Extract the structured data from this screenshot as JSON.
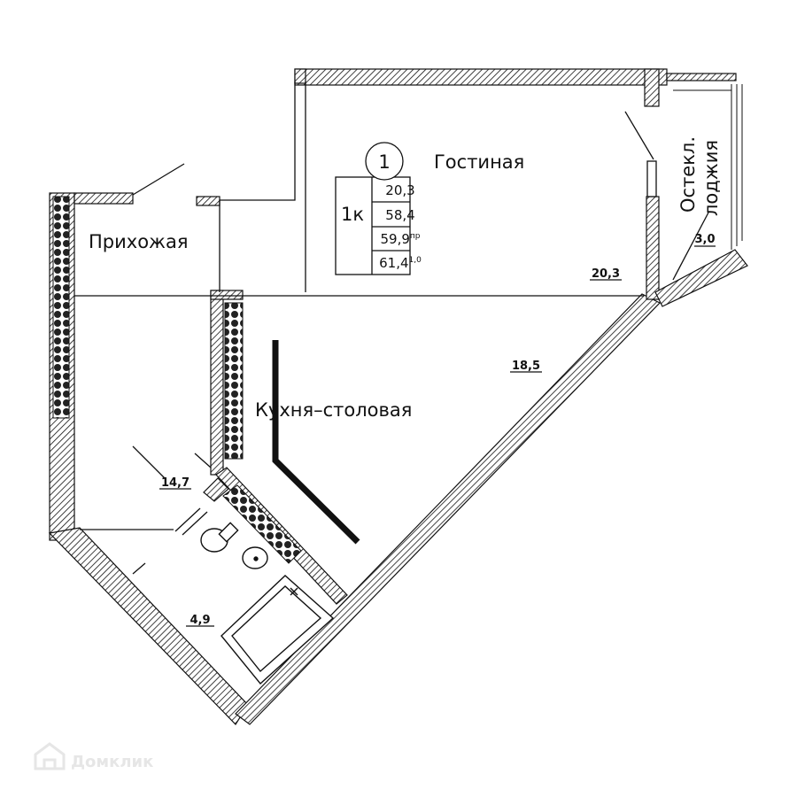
{
  "plan": {
    "apartment_number": "1",
    "rooms_code": "1к",
    "living_area": "20,3",
    "total_area": "58,4",
    "area_pr": "59,9",
    "area_pr_sup": "пр",
    "area_coef": "61,4",
    "area_coef_sup": "1,0"
  },
  "rooms": {
    "living": {
      "label": "Гостиная",
      "area": "20,3"
    },
    "hallway": {
      "label": "Прихожая",
      "area": "14,7"
    },
    "kitchen": {
      "label": "Кухня–столовая",
      "area": "18,5"
    },
    "bathroom": {
      "area": "4,9"
    },
    "loggia": {
      "label_line1": "Остекл.",
      "label_line2": "лоджия",
      "area": "3,0"
    }
  },
  "watermark": {
    "text": "Домклик"
  },
  "colors": {
    "line": "#111111",
    "watermark": "#e6e6e6"
  }
}
